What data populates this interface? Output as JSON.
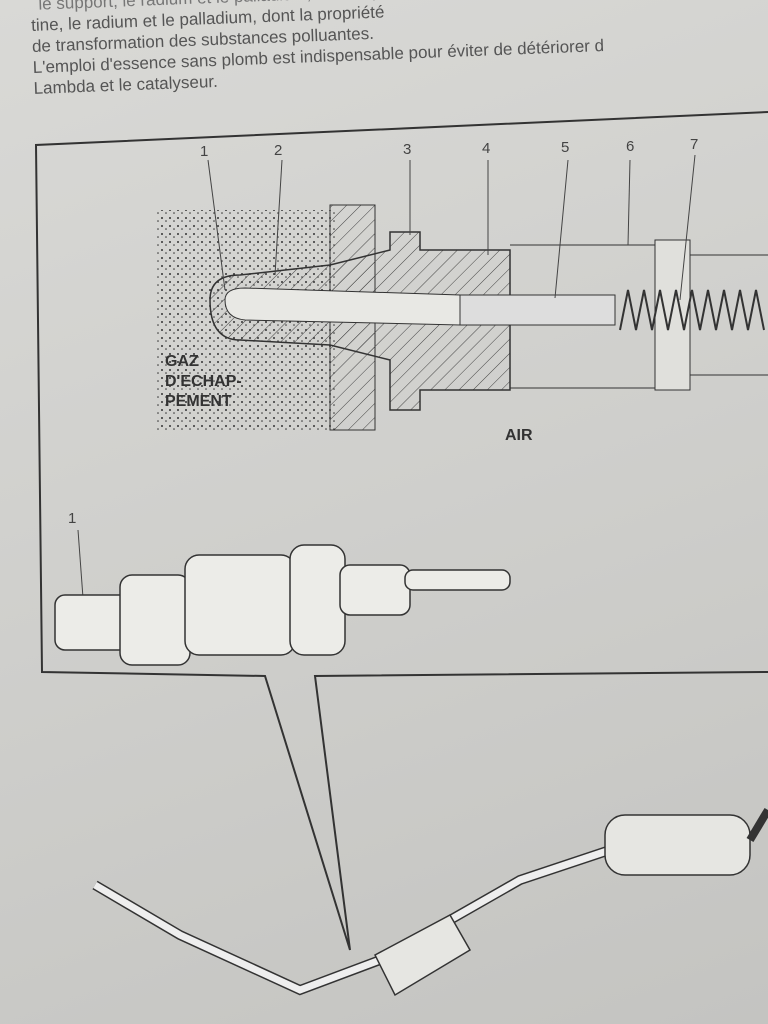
{
  "text_lines": [
    "le support, le radium et le palladium, dont la propriété et le rôle est d'améliorer",
    "tine, le radium et le palladium, dont la propriété",
    "de transformation des substances polluantes.",
    "L'emploi d'essence sans plomb est indispensable pour éviter de détériorer d",
    "Lambda et le catalyseur."
  ],
  "figure": {
    "part_numbers": [
      "1",
      "2",
      "3",
      "4",
      "5",
      "6",
      "7"
    ],
    "exhaust_label": [
      "GAZ",
      "D'ECHAP-",
      "PEMENT"
    ],
    "air_label": "AIR",
    "sensor_label": "1"
  }
}
